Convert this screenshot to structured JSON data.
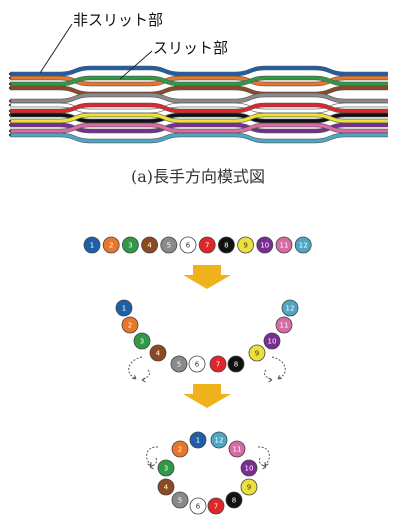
{
  "labels": {
    "non_slit": "非スリット部",
    "slit": "スリット部",
    "caption": "(a)長手方向模式図"
  },
  "fibers": [
    {
      "n": "1",
      "color": "#1f5fa8",
      "text": "#ffffff"
    },
    {
      "n": "2",
      "color": "#e8772a",
      "text": "#ffffff"
    },
    {
      "n": "3",
      "color": "#2e9a45",
      "text": "#ffffff"
    },
    {
      "n": "4",
      "color": "#8b4a22",
      "text": "#ffffff"
    },
    {
      "n": "5",
      "color": "#8a8a8a",
      "text": "#ffffff"
    },
    {
      "n": "6",
      "color": "#ffffff",
      "text": "#333333"
    },
    {
      "n": "7",
      "color": "#e0262b",
      "text": "#ffffff"
    },
    {
      "n": "8",
      "color": "#111111",
      "text": "#ffffff"
    },
    {
      "n": "9",
      "color": "#ece03a",
      "text": "#333333"
    },
    {
      "n": "10",
      "color": "#7a2c93",
      "text": "#ffffff"
    },
    {
      "n": "11",
      "color": "#d86aa6",
      "text": "#ffffff"
    },
    {
      "n": "12",
      "color": "#4fa6c4",
      "text": "#ffffff"
    }
  ],
  "arrow_color": "#f0b21c"
}
